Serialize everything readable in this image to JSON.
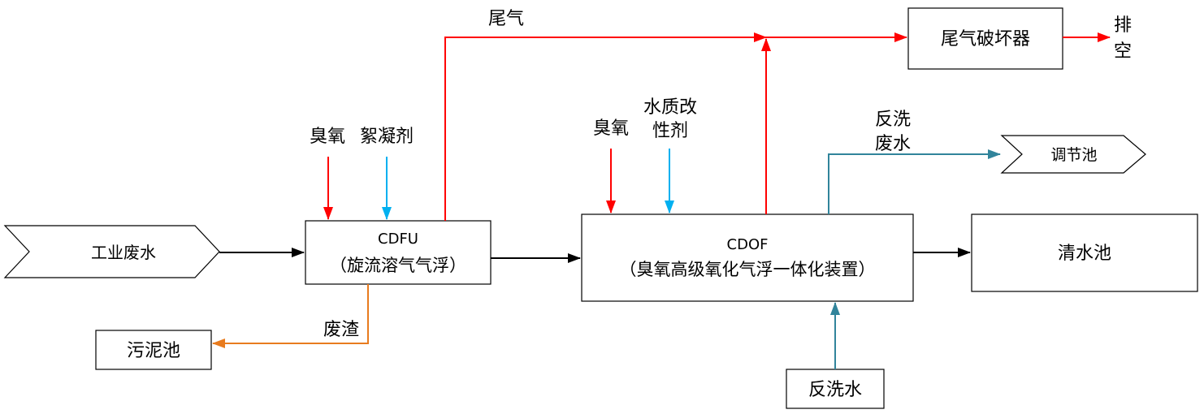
{
  "nodes": {
    "input_industrial_wastewater": "工业废水",
    "cdfu_title": "CDFU",
    "cdfu_subtitle": "（旋流溶气气浮）",
    "cdof_title": "CDOF",
    "cdof_subtitle": "（臭氧高级氧化气浮一体化装置）",
    "tail_gas_destroyer": "尾气破坏器",
    "clear_water_tank": "清水池",
    "sludge_tank": "污泥池",
    "backwash_water": "反洗水",
    "regulating_tank": "调节池"
  },
  "labels": {
    "tail_gas": "尾气",
    "exhaust_line1": "排",
    "exhaust_line2": "空",
    "ozone_1": "臭氧",
    "flocculant": "絮凝剂",
    "ozone_2": "臭氧",
    "modifier_line1": "水质改",
    "modifier_line2": "性剂",
    "backwash_waste_line1": "反洗",
    "backwash_waste_line2": "废水",
    "waste_residue": "废渣"
  },
  "colors": {
    "process_flow": "#000000",
    "ozone_and_gas": "#ff0000",
    "chemical_dosing": "#00b0f0",
    "sludge": "#e87b1e",
    "backwash": "#31849b"
  }
}
